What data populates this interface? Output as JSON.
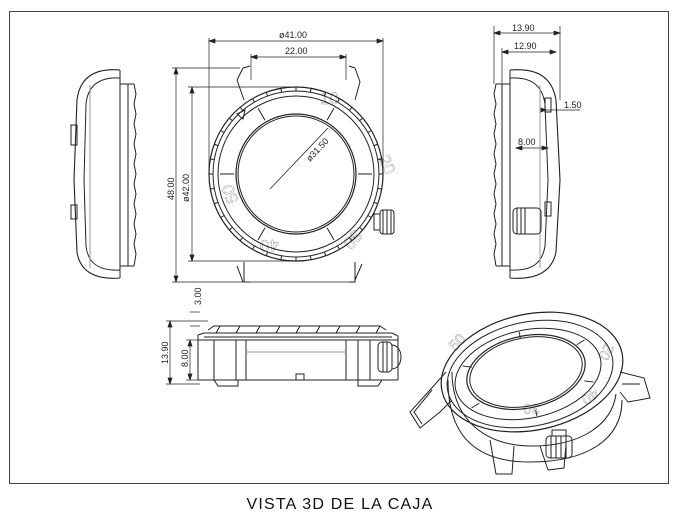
{
  "dimensions": {
    "dia_41": "ø41.00",
    "len_22": "22.00",
    "dia_31_5": "ø31.50",
    "dia_42": "ø42.00",
    "len_48": "48.00",
    "side_13_9": "13.90",
    "side_12_9": "12.90",
    "side_1_5": "1.50",
    "side_8": "8.00",
    "front_3": "3.00",
    "front_13_9": "13.90",
    "front_8": "8.00"
  },
  "bezel": {
    "n10": "10",
    "n20": "20",
    "n30": "30",
    "n40": "40",
    "n50": "50",
    "iso30": "30",
    "iso40": "40",
    "iso50": "50",
    "iso20": "20"
  },
  "caption": "VISTA 3D DE LA CAJA"
}
